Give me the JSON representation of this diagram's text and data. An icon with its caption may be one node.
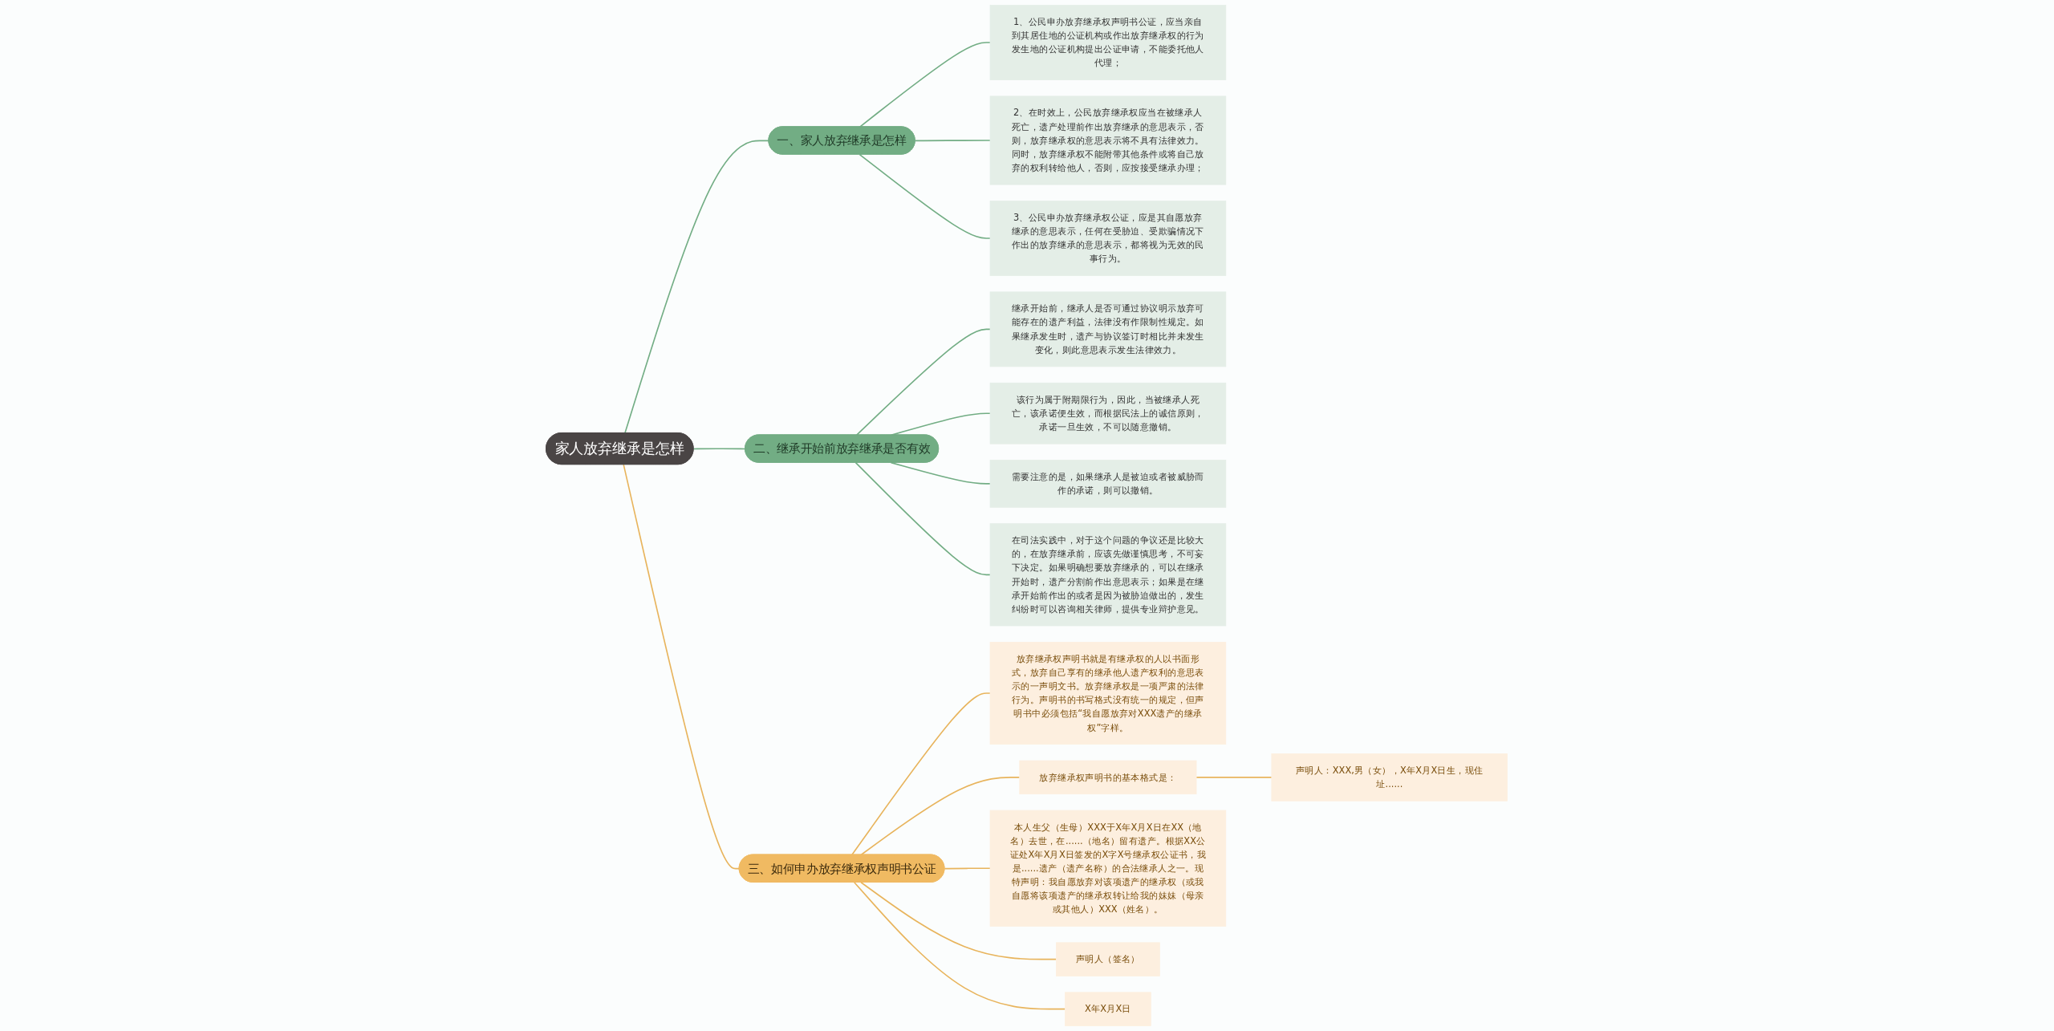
{
  "diagram": {
    "nodes": [
      {
        "text": [
          "家人放弃继承是怎样"
        ]
      },
      {
        "text": [
          "一、家人放弃继承是怎样"
        ]
      },
      {
        "text": [
          "1、公民申办放弃继承权声明书公证，应当亲自到其居住地的公证机构或作出放弃继承权的行为发生地的公证机构提出公证申请，不能委托他人代理；"
        ]
      },
      {
        "text": [
          "2、在时效上，公民放弃继承权应当在被继承人死亡，遗产处理前作出放弃继承的意思表示，否则，放弃继承权的意思表示将不具有法律效力。同时，放弃继承权不能附带其他条件或将自己放弃的权利转给他人，否则，应按接受继承办理；"
        ]
      },
      {
        "text": [
          "3、公民申办放弃继承权公证，应是其自愿放弃继承的意思表示，任何在受胁迫、受欺骗情况下作出的放弃继承的意思表示，都将视为无效的民事行为。"
        ]
      },
      {
        "text": [
          "二、继承开始前放弃继承是否有效"
        ]
      },
      {
        "text": [
          "继承开始前，继承人是否可通过协议明示放弃可能存在的遗产利益，法律没有作限制性规定。如果继承发生时，遗产与协议签订时相比并未发生变化，则此意思表示发生法律效力。"
        ]
      },
      {
        "text": [
          "该行为属于附期限行为，因此，当被继承人死亡，该承诺便生效，而根据民法上的诚信原则，承诺一旦生效，不可以随意撤销。"
        ]
      },
      {
        "text": [
          "需要注意的是，如果继承人是被迫或者被威胁而作的承诺，则可以撤销。"
        ]
      },
      {
        "text": [
          "在司法实践中，对于这个问题的争议还是比较大的，在放弃继承前，应该先做谨慎思考，不可妄下决定。如果明确想要放弃继承的，可以在继承开始时，遗产分割前作出意思表示；如果是在继承开始前作出的或者是因为被胁迫做出的，发生纠纷时可以咨询相关律师，提供专业辩护意见。"
        ]
      },
      {
        "text": [
          "三、如何申办放弃继承权声明书公证"
        ]
      },
      {
        "text": [
          "放弃继承权声明书就是有继承权的人以书面形式，放弃自己享有的继承他人遗产权利的意思表示的一声明文书。放弃继承权是一项严肃的法律行为。声明书的书写格式没有统一的规定，但声明书中必须包括“我自愿放弃对XXX遗产的继承权”字样。"
        ]
      },
      {
        "text": [
          "放弃继承权声明书的基本格式是："
        ]
      },
      {
        "text": [
          "声明人：XXX,男（女），X年X月X日生，现住址......"
        ]
      },
      {
        "text": [
          "本人生父（生母）XXX于X年X月X日在XX（地名）去世，在......（地名）留有遗产。根据XX公证处X年X月X日签发的X字X号继承权公证书，我是......遗产（遗产名称）的合法继承人之一。现特声明：我自愿放弃对该项遗产的继承权（或我自愿将该项遗产的继承权转让给我的妹妹（母亲或其他人）XXX（姓名）。"
        ]
      },
      {
        "text": [
          "声明人（签名）"
        ]
      },
      {
        "text": [
          "X年X月X日"
        ]
      }
    ],
    "edges": [
      {
        "from": 0,
        "to": 1,
        "arrow": "none"
      },
      {
        "from": 1,
        "to": 2,
        "arrow": "none"
      },
      {
        "from": 1,
        "to": 3,
        "arrow": "none"
      },
      {
        "from": 1,
        "to": 4,
        "arrow": "none"
      },
      {
        "from": 0,
        "to": 5,
        "arrow": "none"
      },
      {
        "from": 5,
        "to": 6,
        "arrow": "none"
      },
      {
        "from": 5,
        "to": 7,
        "arrow": "none"
      },
      {
        "from": 5,
        "to": 8,
        "arrow": "none"
      },
      {
        "from": 5,
        "to": 9,
        "arrow": "none"
      },
      {
        "from": 0,
        "to": 10,
        "arrow": "none",
        "color": "#e8b45c"
      },
      {
        "from": 10,
        "to": 11,
        "arrow": "none",
        "color": "#e8b45c"
      },
      {
        "from": 10,
        "to": 12,
        "arrow": "none",
        "color": "#e8b45c"
      },
      {
        "from": 12,
        "to": 13,
        "arrow": "none",
        "color": "#e8b45c"
      },
      {
        "from": 10,
        "to": 14,
        "arrow": "none",
        "color": "#e8b45c"
      },
      {
        "from": 10,
        "to": 15,
        "arrow": "none",
        "color": "#e8b45c"
      },
      {
        "from": 10,
        "to": 16,
        "arrow": "none",
        "color": "#e8b45c"
      }
    ]
  }
}
